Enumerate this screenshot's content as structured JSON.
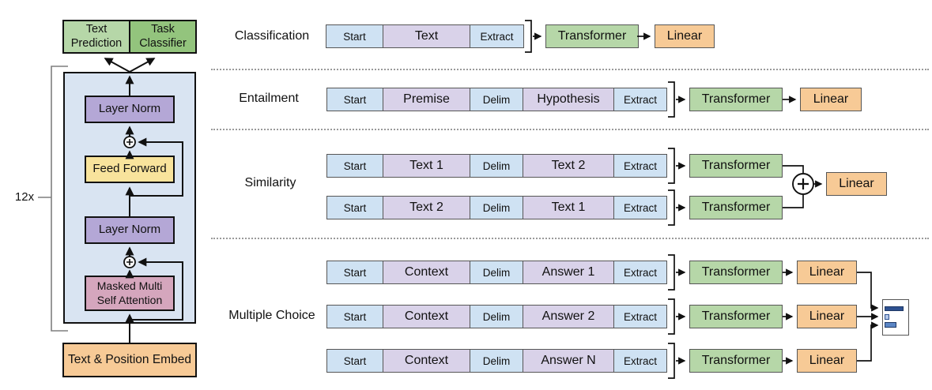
{
  "figure": {
    "description_label": ""
  },
  "colors": {
    "cell_blue": "#cfe2f3",
    "cell_purple": "#d9d2e9",
    "transformer_green": "#b6d7a8",
    "task_classifier_green": "#93c47d",
    "linear_orange": "#f7ca96",
    "layer_norm_purple": "#b4a7d6",
    "feed_forward_yellow": "#f8e39c",
    "attention_pink": "#d5a6bd",
    "container_blue": "#d9e4f2",
    "prob_bar_dark": "#2e5190",
    "prob_bar_light": "#b4c7e7",
    "prob_bar_mid": "#5b86c5"
  },
  "architecture": {
    "repeat_label": "12x",
    "text_prediction_label": "Text Prediction",
    "task_classifier_label": "Task Classifier",
    "layer_norm_top_label": "Layer Norm",
    "feed_forward_label": "Feed Forward",
    "layer_norm_bottom_label": "Layer Norm",
    "attention_label_line1": "Masked Multi",
    "attention_label_line2": "Self Attention",
    "embed_label": "Text & Position Embed"
  },
  "tasks": {
    "classification": {
      "label": "Classification",
      "tokens": {
        "start": "Start",
        "text": "Text",
        "extract": "Extract"
      },
      "transformer": "Transformer",
      "linear": "Linear"
    },
    "entailment": {
      "label": "Entailment",
      "tokens": {
        "start": "Start",
        "premise": "Premise",
        "delim": "Delim",
        "hypothesis": "Hypothesis",
        "extract": "Extract"
      },
      "transformer": "Transformer",
      "linear": "Linear"
    },
    "similarity": {
      "label": "Similarity",
      "row1": {
        "start": "Start",
        "seg1": "Text 1",
        "delim": "Delim",
        "seg2": "Text 2",
        "extract": "Extract",
        "transformer": "Transformer"
      },
      "row2": {
        "start": "Start",
        "seg1": "Text 2",
        "delim": "Delim",
        "seg2": "Text 1",
        "extract": "Extract",
        "transformer": "Transformer"
      },
      "linear": "Linear"
    },
    "multiple_choice": {
      "label": "Multiple Choice",
      "row1": {
        "start": "Start",
        "context": "Context",
        "delim": "Delim",
        "answer": "Answer 1",
        "extract": "Extract",
        "transformer": "Transformer",
        "linear": "Linear"
      },
      "row2": {
        "start": "Start",
        "context": "Context",
        "delim": "Delim",
        "answer": "Answer 2",
        "extract": "Extract",
        "transformer": "Transformer",
        "linear": "Linear"
      },
      "row3": {
        "start": "Start",
        "context": "Context",
        "delim": "Delim",
        "answer": "Answer N",
        "extract": "Extract",
        "transformer": "Transformer",
        "linear": "Linear"
      }
    }
  }
}
